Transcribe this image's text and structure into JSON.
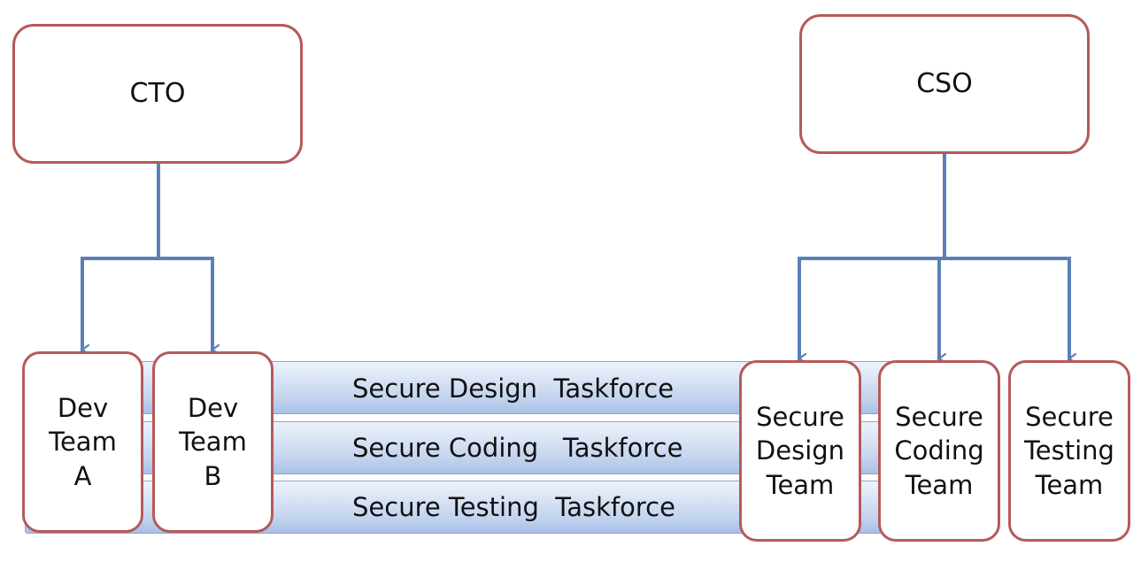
{
  "colors": {
    "box_border": "#b55a5a",
    "connector": "#5b80b8",
    "band_fill": "#c3d4ee",
    "band_border": "#8ba6cf"
  },
  "executives": {
    "cto": "CTO",
    "cso": "CSO"
  },
  "teams": {
    "dev_team_a": "Dev\nTeam\nA",
    "dev_team_b": "Dev\nTeam\nB",
    "secure_design_team": "Secure\nDesign\nTeam",
    "secure_coding_team": "Secure\nCoding\nTeam",
    "secure_testing_team": "Secure\nTesting\nTeam"
  },
  "taskforces": {
    "design": "Secure Design  Taskforce",
    "coding": "Secure Coding   Taskforce",
    "testing": "Secure Testing  Taskforce"
  }
}
